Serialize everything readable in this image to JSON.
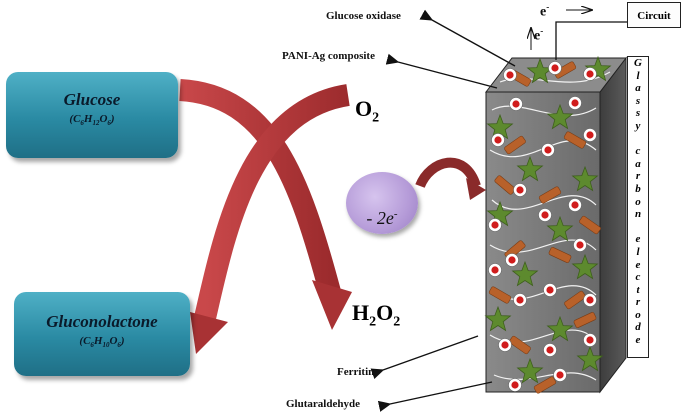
{
  "glucose": {
    "name": "Glucose",
    "formula_parts": [
      "C",
      "6",
      "H",
      "12",
      "O",
      "6"
    ]
  },
  "gluconolactone": {
    "name": "Gluconolactone",
    "formula_parts": [
      "C",
      "6",
      "H",
      "10",
      "O",
      "6"
    ]
  },
  "o2": {
    "base": "O",
    "sub": "2"
  },
  "h2o2": {
    "h": "H",
    "sub1": "2",
    "o": "O",
    "sub2": "2"
  },
  "electrons": {
    "text": "- 2e",
    "sup": "-"
  },
  "labels": {
    "glucose_oxidase": "Glucose oxidase",
    "pani_ag": "PANI-Ag composite",
    "ferritin": "Ferritin",
    "glutaraldehyde": "Glutaraldehyde"
  },
  "circuit": {
    "label": "Circuit",
    "electron_top": "e",
    "electron_up": "e",
    "electron_sup": "-"
  },
  "electrode_label": "Glassy carbon electrode",
  "colors": {
    "box": "#2a8aa3",
    "arrow_red": "#b5393a",
    "electrode_front": "#7d7d7d",
    "electrode_side": "#4a4a4a",
    "star_green": "#5d8a2e",
    "rod_brown": "#b8612a",
    "dot_red": "#d01c1c",
    "circle_purple": "#b59bd8"
  }
}
